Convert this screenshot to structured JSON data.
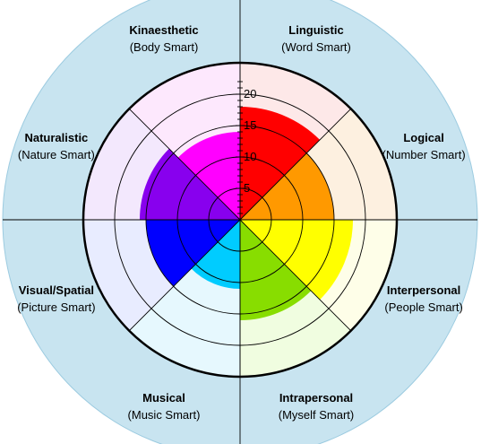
{
  "chart_data": {
    "type": "polar-area",
    "title": "",
    "categories": [
      {
        "name": "Linguistic",
        "sub": "(Word Smart)",
        "value": 18,
        "color": "#ff0000",
        "tint": "#fde8e8"
      },
      {
        "name": "Logical",
        "sub": "(Number Smart)",
        "value": 15,
        "color": "#ff9900",
        "tint": "#fdf0e0"
      },
      {
        "name": "Interpersonal",
        "sub": "(People Smart)",
        "value": 18,
        "color": "#ffff00",
        "tint": "#fefee8"
      },
      {
        "name": "Intrapersonal",
        "sub": "(Myself Smart)",
        "value": 16,
        "color": "#88dd00",
        "tint": "#f0fde0"
      },
      {
        "name": "Musical",
        "sub": "(Music Smart)",
        "value": 11,
        "color": "#00ccff",
        "tint": "#e6f8fe"
      },
      {
        "name": "Visual/Spatial",
        "sub": "(Picture Smart)",
        "value": 15,
        "color": "#0000ff",
        "tint": "#e8ecff"
      },
      {
        "name": "Naturalistic",
        "sub": "(Nature Smart)",
        "value": 16,
        "color": "#8800ee",
        "tint": "#f3e8fd"
      },
      {
        "name": "Kinaesthetic",
        "sub": "(Body Smart)",
        "value": 14,
        "color": "#ff00ff",
        "tint": "#fde8fd"
      }
    ],
    "rlim": [
      0,
      25
    ],
    "ticks": [
      "5",
      "10",
      "15",
      "20"
    ],
    "grid": true,
    "colors": {
      "outer_ring": "#c8e4f0",
      "grid": "#000000",
      "background": "#ffffff"
    }
  }
}
